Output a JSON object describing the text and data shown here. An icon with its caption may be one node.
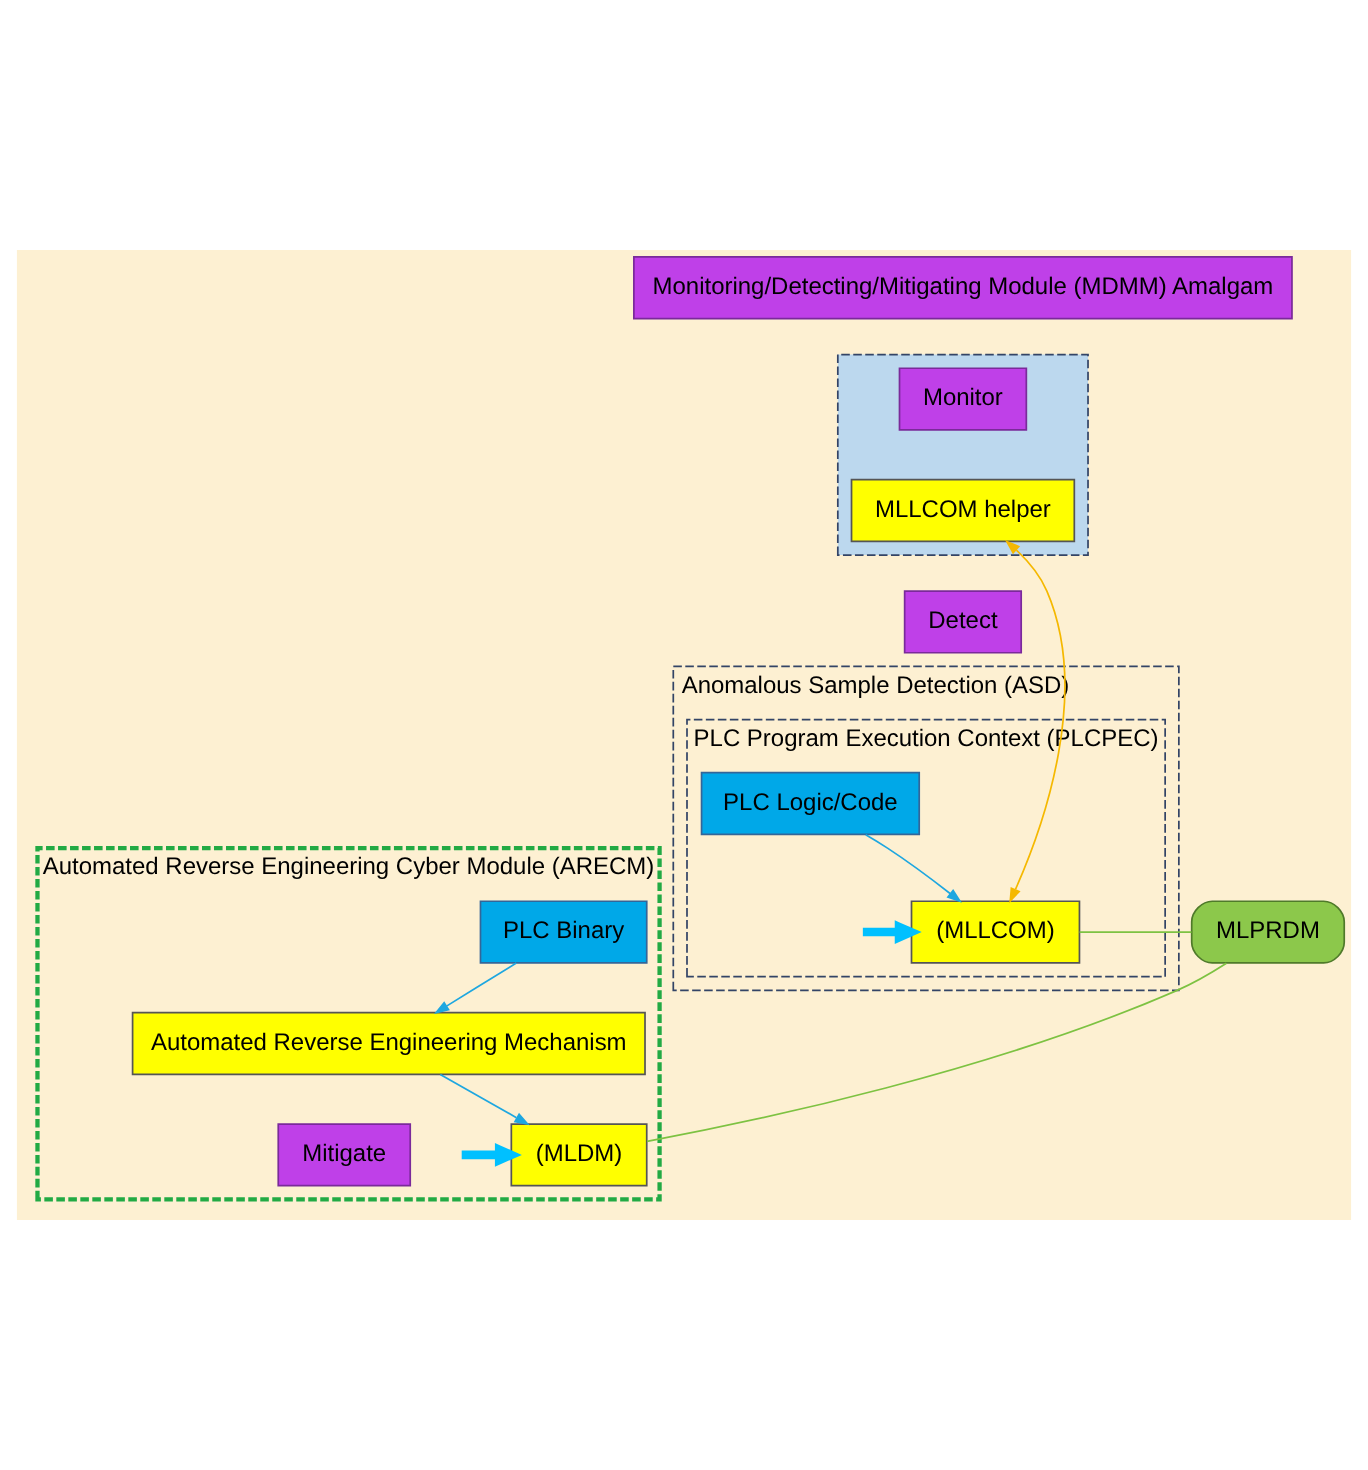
{
  "diagram": {
    "nodes": [
      {
        "text": [
          "Monitoring/Detecting/Mitigating Module (MDMM) Amalgam"
        ]
      },
      {
        "text": [],
        "shape": "box"
      },
      {
        "text": [
          "Monitor"
        ],
        "in": 1
      },
      {
        "text": [
          "MLLCOM helper"
        ],
        "in": 1
      },
      {
        "text": [
          "Detect"
        ]
      },
      {
        "text": [
          "Anomalous Sample Detection (ASD)"
        ]
      },
      {
        "text": [
          "PLC Program Execution Context (PLCPEC)"
        ],
        "in": 5
      },
      {
        "text": [
          "PLC Logic/Code"
        ],
        "in": 6
      },
      {
        "text": [
          "(MLLCOM)"
        ],
        "in": 6
      },
      {
        "text": [
          "MLPRDM"
        ]
      },
      {
        "text": [
          "Automated Reverse Engineering Cyber Module (ARECM)"
        ]
      },
      {
        "text": [
          "PLC Binary"
        ],
        "in": 10
      },
      {
        "text": [
          "Automated Reverse Engineering Mechanism"
        ],
        "in": 10
      },
      {
        "text": [
          "(MLDM)"
        ],
        "in": 10
      },
      {
        "text": [
          "Mitigate"
        ],
        "in": 10
      }
    ],
    "edges": [
      {
        "from": 7,
        "to": 8,
        "arrow": "to"
      },
      {
        "from": 3,
        "to": 8,
        "arrow": "both",
        "color": "#f5b800"
      },
      {
        "from": null,
        "to": 8,
        "arrow": "to",
        "style": "thick",
        "color": "#00c0ff"
      },
      {
        "from": 9,
        "to": 8,
        "arrow": "none",
        "color": "#7dc242"
      },
      {
        "from": 9,
        "to": 13,
        "arrow": "none",
        "color": "#7dc242"
      },
      {
        "from": 11,
        "to": 12,
        "arrow": "to"
      },
      {
        "from": 12,
        "to": 13,
        "arrow": "to"
      },
      {
        "from": null,
        "to": 13,
        "arrow": "to",
        "style": "thick",
        "color": "#00c0ff"
      }
    ]
  }
}
